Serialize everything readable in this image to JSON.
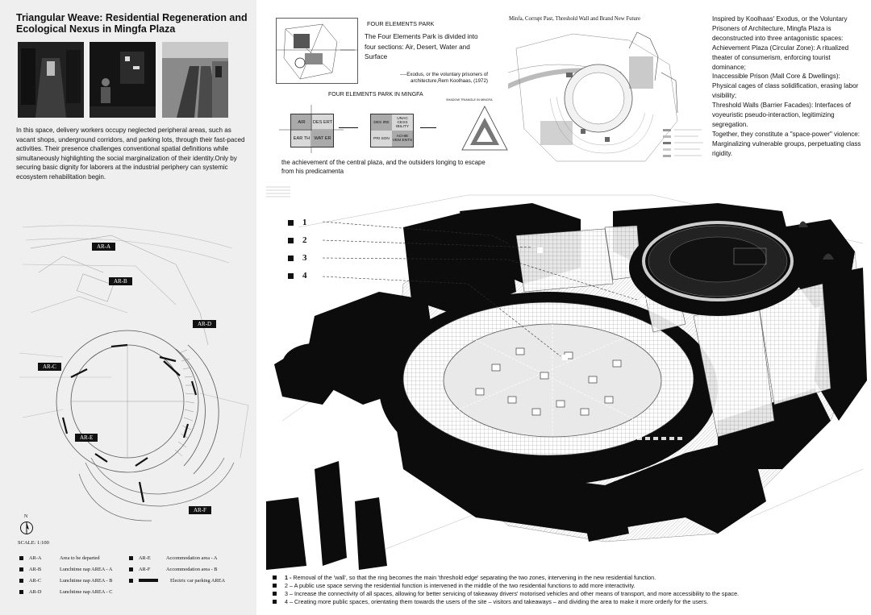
{
  "left": {
    "title": "Triangular Weave: Residential Regeneration and Ecological Nexus in Mingfa Plaza",
    "body": "In this space, delivery workers occupy neglected peripheral areas, such as vacant shops, underground corridors, and parking lots, through their fast-paced activities. Their presence challenges conventional spatial definitions while simultaneously highlighting the social marginalization of their identity.Only by securing basic dignity for laborers at the industrial periphery can systemic ecosystem rehabilitation begin.",
    "map_labels": [
      "AR-A",
      "AR-B",
      "AR-D",
      "AR-C",
      "AR-E",
      "AR-F"
    ],
    "north": "N",
    "scale": "SCALE: 1:100",
    "legend_left": [
      {
        "code": "AR-A",
        "desc": "Area to be departed"
      },
      {
        "code": "AR-B",
        "desc": "Lunchtime nap AREA - A"
      },
      {
        "code": "AR-C",
        "desc": "Lunchtime nap AREA - B"
      },
      {
        "code": "AR-D",
        "desc": "Lunchtime nap AREA - C"
      }
    ],
    "legend_right": [
      {
        "code": "AR-E",
        "desc": "Accommodation area - A"
      },
      {
        "code": "AR-F",
        "desc": "Accommodation area - B"
      },
      {
        "code": "",
        "desc": "Electric car parking AREA"
      }
    ]
  },
  "four_elements": {
    "title": "FOUR ELEMENTS PARK",
    "text_plain": "The Four Elements Park is divided into four sections: ",
    "text_bold": "Air, Desert, Water and Surface",
    "cite": "----Exodus, or the voluntary prisoners of architecture,Rem Koolhaas, (1972)",
    "subtitle": "FOUR ELEMENTS PARK IN MINGFA",
    "grid_a": [
      "AIR",
      "DES ERT",
      "EAR TH",
      "WAT ER"
    ],
    "grid_b": [
      "DES IRE",
      "UNAC CESS IBILITY",
      "PRI SON",
      "ACHIE VEM ENTS"
    ],
    "triangle_title": "SHADOW TRIANGLE IN MINGFA",
    "caption": "the achievement of the central plaza, and the outsiders longing to escape from his predicamenta"
  },
  "map": {
    "title": "Minfa, Corrupt Past, Threshold Wall and Brand New Future"
  },
  "right": {
    "paragraphs": [
      "Inspired by Koolhaas' Exodus, or the Voluntary Prisoners of Architecture, Mingfa Plaza is deconstructed into three antagonistic spaces:",
      "Achievement Plaza (Circular Zone): A ritualized theater of consumerism, enforcing tourist dominance;",
      "Inaccessible Prison (Mall Core & Dwellings): Physical cages of class solidification, erasing labor visibility;",
      "Threshold Walls (Barrier Facades): Interfaces of voyeuristic pseudo-interaction, legitimizing segregation.",
      "Together, they constitute a \"space-power\" violence: Marginalizing vulnerable groups, perpetuating class rigidity."
    ]
  },
  "axo": {
    "numbers": [
      "1",
      "2",
      "3",
      "4"
    ]
  },
  "notes": [
    {
      "lead": "1 - ",
      "text": "Removal of the 'wall', so that the ring becomes the main 'threshold edge' separating the two zones, intervening in the new residential function."
    },
    {
      "lead": "",
      "text": "2 – A public use space serving the residential function is intervened in the middle of the two residential functions to add more interactivity."
    },
    {
      "lead": "",
      "text": "3 – Increase the connectivity of all spaces, allowing for better servicing of takeaway drivers' motorised vehicles and other means of transport, and more accessibility to the space."
    },
    {
      "lead": "",
      "text": "4 – Creating more public spaces, orientating them towards the users of the site – visitors and takeaways – and dividing the area to make it more orderly for the users."
    }
  ],
  "colors": {
    "panel": "#efefef",
    "ink": "#111111",
    "hatch": "#9a9a9a"
  }
}
